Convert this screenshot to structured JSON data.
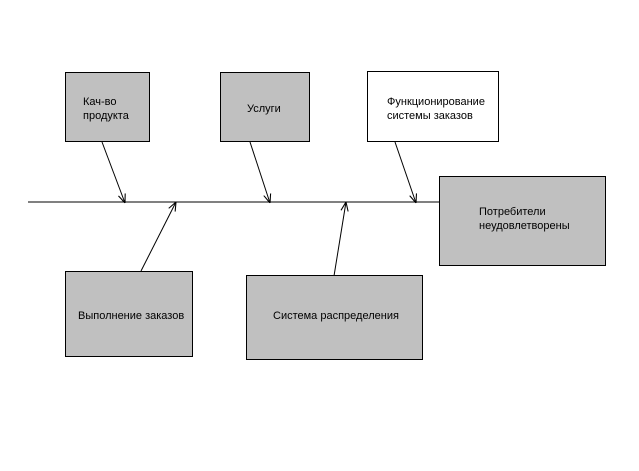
{
  "colors": {
    "box_fill": "#c0c0c0",
    "white_fill": "#ffffff",
    "line": "#000000"
  },
  "diagram": {
    "causes_top": [
      {
        "label": "Кач-во\nпродукта"
      },
      {
        "label": "Услуги"
      },
      {
        "label": "Функционирование\nсистемы заказов"
      }
    ],
    "causes_bottom": [
      {
        "label": "Выполнение заказов"
      },
      {
        "label": "Система распределения"
      }
    ],
    "effect": {
      "label": "Потребители\nнеудовлетворены"
    }
  }
}
